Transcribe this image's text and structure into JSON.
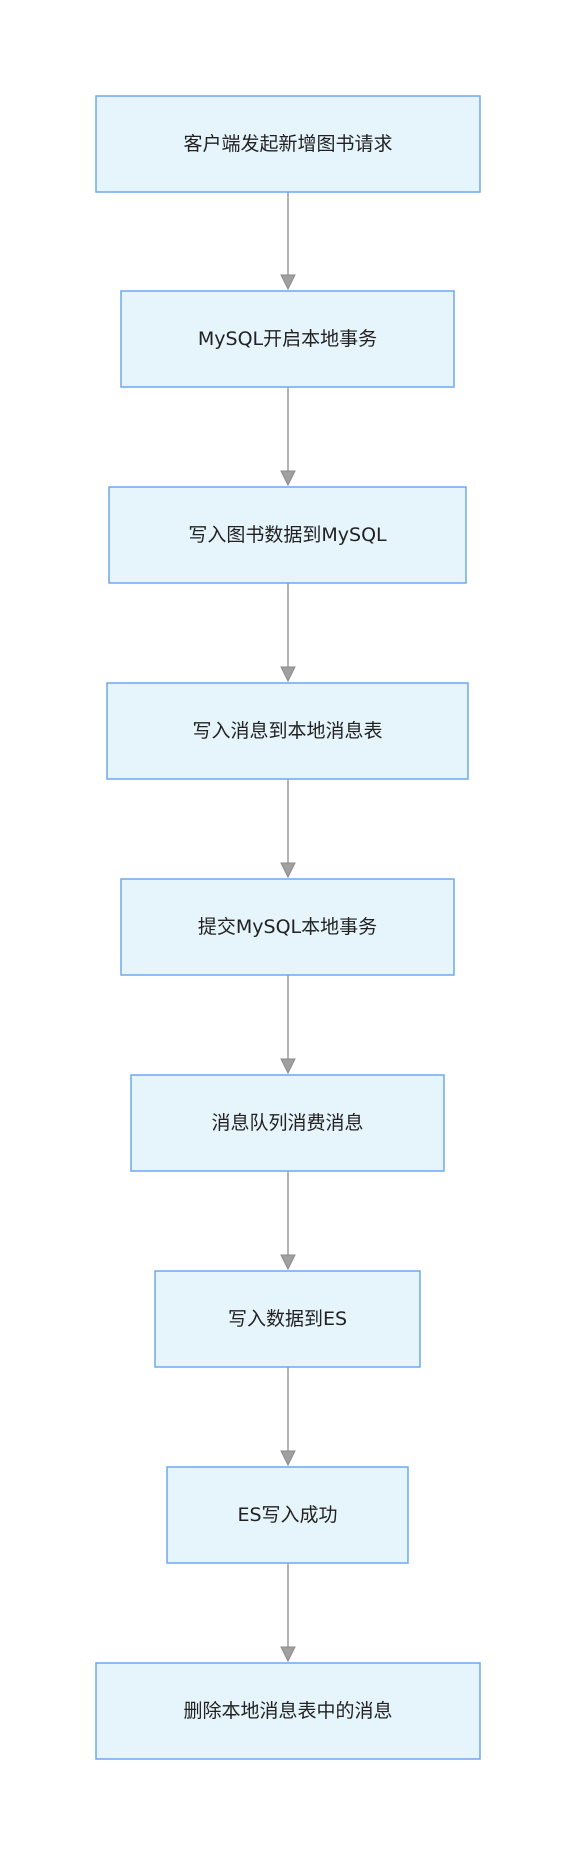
{
  "diagram": {
    "nodes": [
      {
        "id": "n1",
        "label": "客户端发起新增图书请求"
      },
      {
        "id": "n2",
        "label": "MySQL开启本地事务"
      },
      {
        "id": "n3",
        "label": "写入图书数据到MySQL"
      },
      {
        "id": "n4",
        "label": "写入消息到本地消息表"
      },
      {
        "id": "n5",
        "label": "提交MySQL本地事务"
      },
      {
        "id": "n6",
        "label": "消息队列消费消息"
      },
      {
        "id": "n7",
        "label": "写入数据到ES"
      },
      {
        "id": "n8",
        "label": "ES写入成功"
      },
      {
        "id": "n9",
        "label": "删除本地消息表中的消息"
      }
    ],
    "edges": [
      {
        "from": "n1",
        "to": "n2"
      },
      {
        "from": "n2",
        "to": "n3"
      },
      {
        "from": "n3",
        "to": "n4"
      },
      {
        "from": "n4",
        "to": "n5"
      },
      {
        "from": "n5",
        "to": "n6"
      },
      {
        "from": "n6",
        "to": "n7"
      },
      {
        "from": "n7",
        "to": "n8"
      },
      {
        "from": "n8",
        "to": "n9"
      }
    ]
  }
}
